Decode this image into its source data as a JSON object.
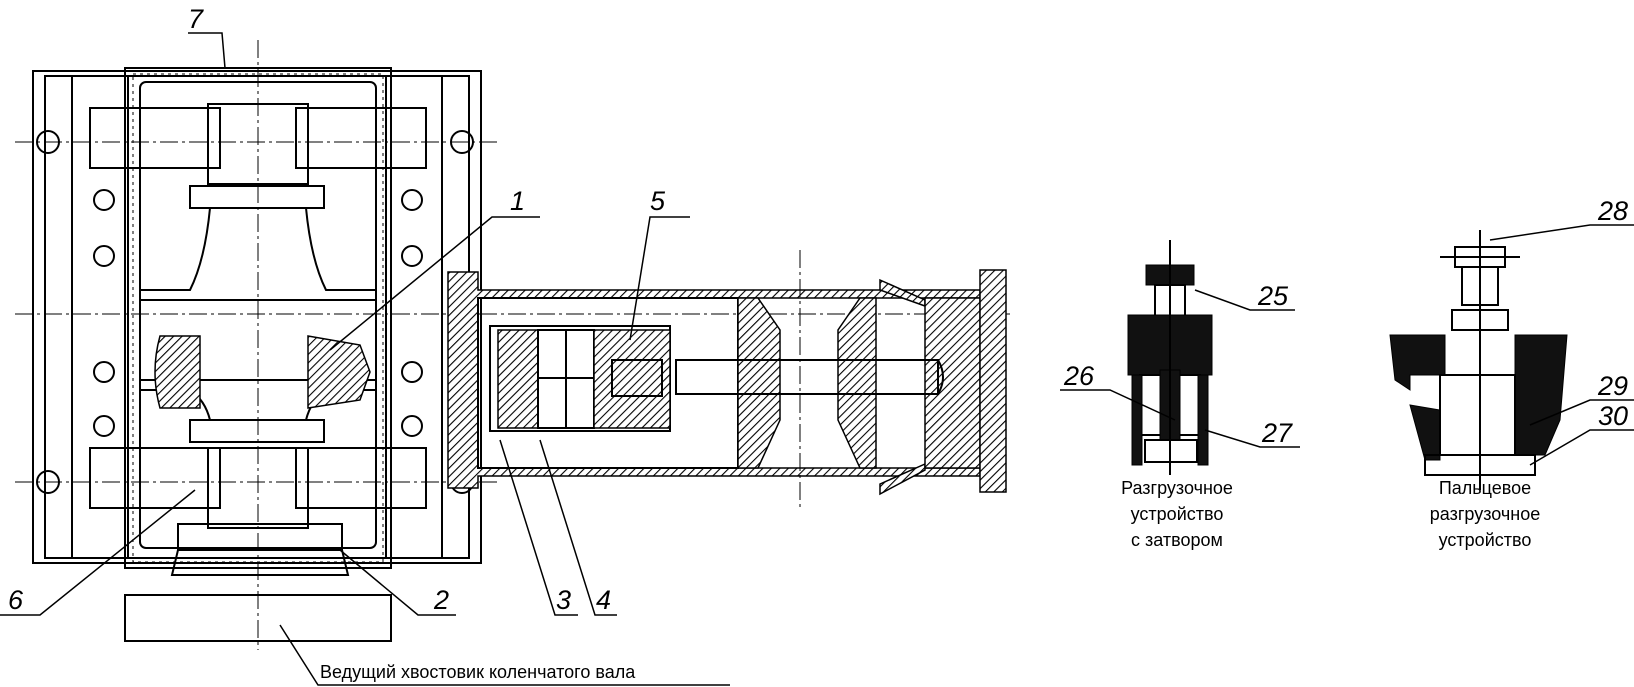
{
  "callouts": {
    "c1": "1",
    "c2": "2",
    "c3": "3",
    "c4": "4",
    "c5": "5",
    "c6": "6",
    "c7": "7",
    "c25": "25",
    "c26": "26",
    "c27": "27",
    "c28": "28",
    "c29": "29",
    "c30": "30"
  },
  "captions": {
    "gate_unloader": [
      "Разгрузочное",
      "устройство",
      "с затвором"
    ],
    "finger_unloader": [
      "Пальцевое",
      "разгрузочное",
      "устройство"
    ],
    "crankshaft": "Ведущий хвостовик коленчатого вала"
  }
}
